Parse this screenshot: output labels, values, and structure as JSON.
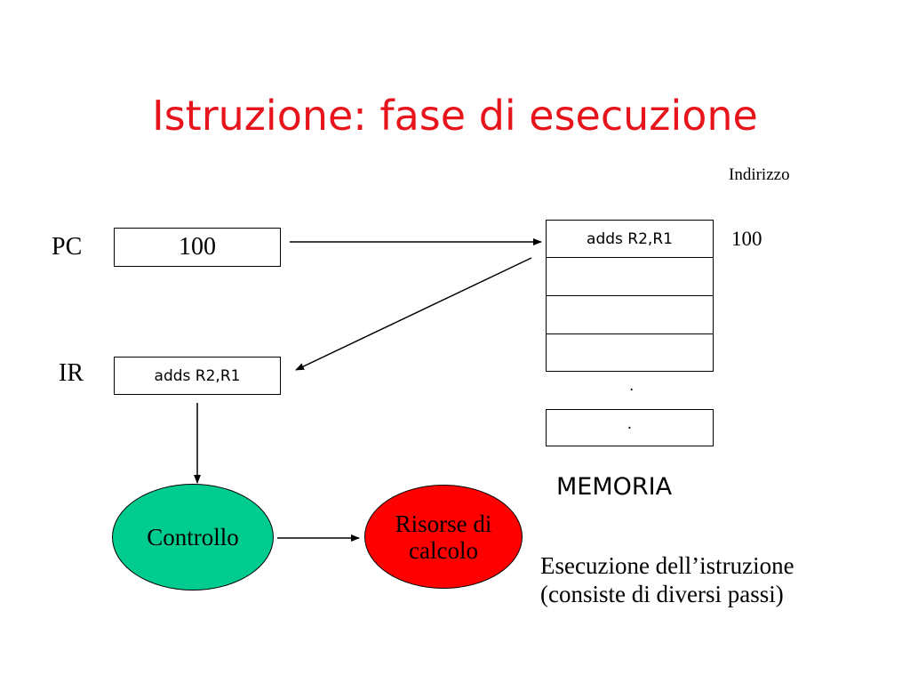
{
  "title": "Istruzione: fase di esecuzione",
  "address_header": "Indirizzo",
  "pc": {
    "label": "PC",
    "value": "100"
  },
  "ir": {
    "label": "IR",
    "value": "adds R2,R1"
  },
  "memory": {
    "label": "MEMORIA",
    "first_address": "100",
    "cells": [
      "adds R2,R1",
      "",
      "",
      ""
    ],
    "ellipsis_dot": ".",
    "last_cell": "."
  },
  "control_unit": {
    "label": "Controllo",
    "color": "#00cc8f"
  },
  "compute_unit": {
    "label": "Risorse di calcolo",
    "color": "#ff0000"
  },
  "description": "Esecuzione dell’istruzione (consiste di diversi passi)"
}
